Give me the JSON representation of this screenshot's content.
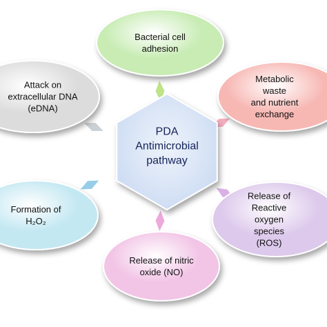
{
  "center": {
    "label": "PDA\nAntimicrobial\npathway",
    "color": "#c9d9f2"
  },
  "nodes": [
    {
      "id": "bacterial-cell-adhesion",
      "label": "Bacterial cell\nadhesion",
      "color": "#c8ecb4",
      "connector_color": "#b8e07c"
    },
    {
      "id": "metabolic-waste",
      "label": "Metabolic waste\nand nutrient\nexchange",
      "color": "#f7b8b4",
      "connector_color": "#f2a6b8"
    },
    {
      "id": "release-of-ros",
      "label": "Release of\nReactive oxygen\nspecies (ROS)",
      "color": "#ddc9ec",
      "connector_color": "#d8a8e4"
    },
    {
      "id": "release-of-nitric-oxide",
      "label": "Release of nitric\noxide (NO)",
      "color": "#f2c4e6",
      "connector_color": "#eaa0d6"
    },
    {
      "id": "formation-of-h2o2",
      "label": "Formation of\nH₂O₂",
      "color": "#c4e8f2",
      "connector_color": "#8cc8e6"
    },
    {
      "id": "attack-on-edna",
      "label": "Attack on\nextracellular DNA\n(eDNA)",
      "color": "#dcdcdc",
      "connector_color": "#c6ccd0"
    }
  ]
}
